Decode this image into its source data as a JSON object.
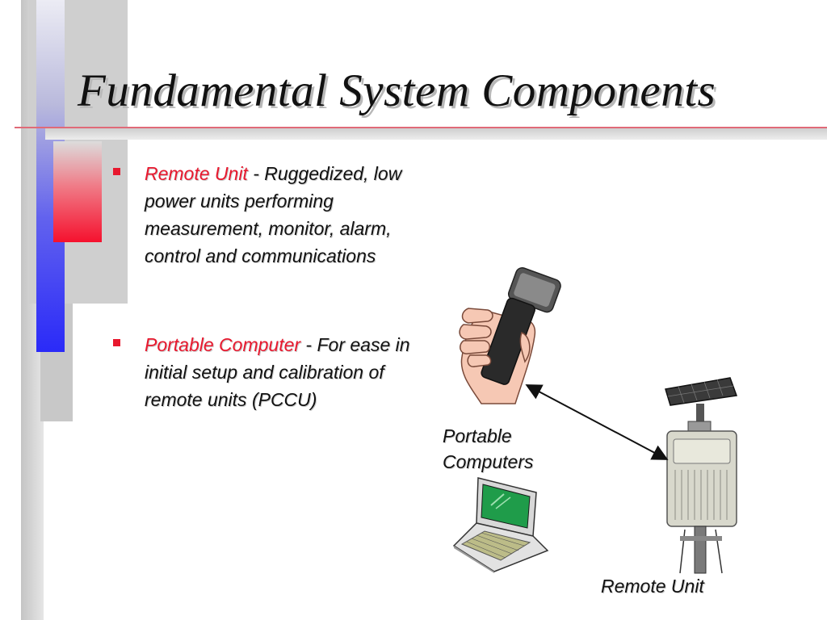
{
  "title": "Fundamental System Components",
  "bullets": [
    {
      "term": "Remote Unit",
      "description": " - Ruggedized, low power units performing measurement, monitor, alarm, control and communications"
    },
    {
      "term": "Portable Computer",
      "description": " - For ease in initial setup and calibration of remote units (PCCU)"
    }
  ],
  "diagram": {
    "portable_caption_line1": "Portable",
    "portable_caption_line2": "Computers",
    "remote_caption": "Remote Unit"
  },
  "colors": {
    "accent_red": "#e8182e",
    "accent_blue": "#2a2af8",
    "text": "#111111"
  },
  "icons": [
    "square-bullet-icon",
    "handheld-computer-icon",
    "laptop-computer-icon",
    "remote-unit-icon",
    "double-arrow-icon"
  ]
}
